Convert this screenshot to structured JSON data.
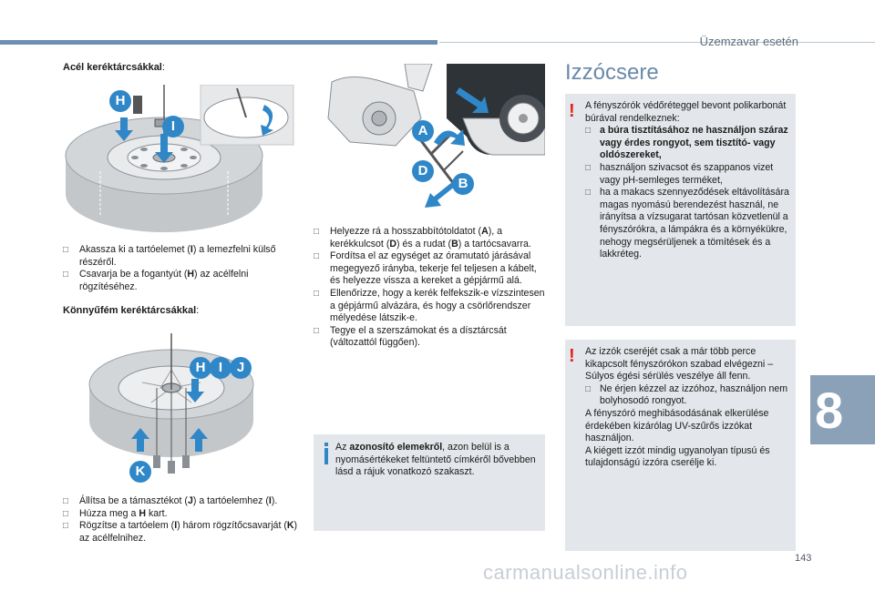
{
  "header": {
    "chapter_title": "Üzemzavar esetén"
  },
  "footer": {
    "page_number": "143",
    "chapter_number": "8",
    "watermark": "carmanualsonline.info"
  },
  "left": {
    "steel_heading": "Acél keréktárcsákkal",
    "steel_heading_colon": ":",
    "steel_steps": [
      {
        "pre": "Akassza ki a tartóelemet (",
        "bold": "I",
        "post": ") a lemezfelni külső részéről."
      },
      {
        "pre": "Csavarja be a fogantyút (",
        "bold": "H",
        "post": ") az acélfelni rögzítéséhez."
      }
    ],
    "alloy_heading": "Könnyűfém keréktárcsákkal",
    "alloy_heading_colon": ":",
    "alloy_steps": [
      {
        "pre": "Állítsa be a támasztékot (",
        "bold": "J",
        "mid": ") a tartóelemhez (",
        "bold2": "I",
        "post": ")."
      },
      {
        "pre": "Húzza meg a ",
        "bold": "H",
        "post": " kart."
      },
      {
        "pre": "Rögzítse a tartóelem (",
        "bold": "I",
        "mid": ") három rögzítőcsavarját (",
        "bold2": "K",
        "post": ") az acélfelnihez."
      }
    ],
    "fig1_labels": [
      "H",
      "I"
    ],
    "fig3_labels": [
      "H",
      "I",
      "J",
      "K"
    ]
  },
  "middle": {
    "fig_labels": [
      "A",
      "D",
      "B"
    ],
    "steps": [
      {
        "pre": "Helyezze rá a hosszabbítótoldatot (",
        "b1": "A",
        "m1": "), a kerékkulcsot (",
        "b2": "D",
        "m2": ") és a rudat (",
        "b3": "B",
        "post": ") a tartócsavarra."
      },
      {
        "text": "Fordítsa el az egységet az óramutató járásával megegyező irányba, tekerje fel teljesen a kábelt, és helyezze vissza a kereket a gépjármű alá."
      },
      {
        "text": "Ellenőrizze, hogy a kerék felfekszik-e vízszintesen a gépjármű alvázára, és hogy a csörlőrendszer mélyedése látszik-e."
      },
      {
        "text": "Tegye el a szerszámokat és a dísztárcsát (változattól függően)."
      }
    ],
    "info_pre": "Az ",
    "info_bold": "azonosító elemekről",
    "info_post": ", azon belül is a nyomásértékeket feltüntető címkéről bővebben lásd a rájuk vonatkozó szakaszt."
  },
  "right": {
    "title": "Izzócsere",
    "warn1_intro": "A fényszórók védőréteggel bevont polikarbonát búrával rendelkeznek:",
    "warn1_items": [
      {
        "bold": "a búra tisztításához ne használjon száraz vagy érdes rongyot, sem tisztító- vagy oldószereket,"
      },
      {
        "text": "használjon szivacsot és szappanos vizet vagy pH-semleges terméket,"
      },
      {
        "text": "ha a makacs szennyeződések eltávolítására magas nyomású berendezést használ, ne irányítsa a vízsugarat tartósan közvetlenül a fényszórókra, a lámpákra és a környékükre, nehogy megsérüljenek a tömítések és a lakkréteg."
      }
    ],
    "warn2_p1": "Az izzók cseréjét csak a már több perce kikapcsolt fényszórókon szabad elvégezni – Súlyos égési sérülés veszélye áll fenn.",
    "warn2_item": "Ne érjen kézzel az izzóhoz, használjon nem bolyhosodó rongyot.",
    "warn2_p2": "A fényszóró meghibásodásának elkerülése érdekében kizárólag UV-szűrős izzókat használjon.",
    "warn2_p3": "A kiégett izzót mindig ugyanolyan típusú és tulajdonságú izzóra cserélje ki."
  },
  "colors": {
    "accent": "#2f87c8",
    "warning": "#e1251b",
    "box_bg": "#e3e6ea",
    "title_blue": "#6a8aa8",
    "tab": "#8aa1b8"
  }
}
